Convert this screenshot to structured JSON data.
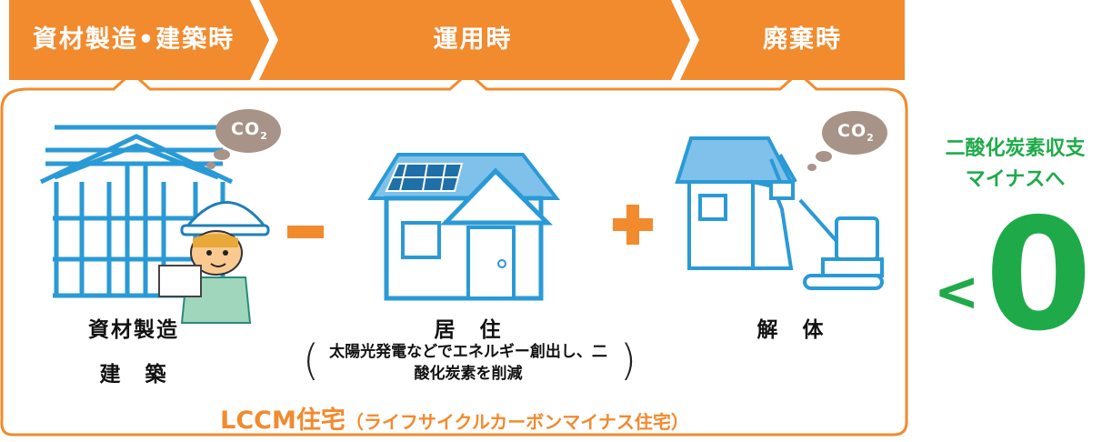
{
  "phases": [
    {
      "label": "資材製造•建築時"
    },
    {
      "label": "運用時"
    },
    {
      "label": "廃棄時"
    }
  ],
  "stages": [
    {
      "label_line1": "資材製造",
      "label_line2": "建　築"
    },
    {
      "label": "居　住",
      "note": "太陽光発電などでエネルギー創出し、二酸化炭素を削減"
    },
    {
      "label": "解　体"
    }
  ],
  "co2": {
    "text": "CO",
    "sub": "2"
  },
  "operators": {
    "minus": "－",
    "plus": "＋"
  },
  "footer": {
    "main": "LCCM住宅",
    "sub": "（ライフサイクルカーボンマイナス住宅）"
  },
  "result": {
    "line1": "二酸化炭素収支",
    "line2": "マイナスへ",
    "symbol": "<",
    "value": "0"
  },
  "colors": {
    "orange": "#f28a2e",
    "blue": "#2a9ad6",
    "green": "#1faa4a",
    "bubble": "#a79388"
  }
}
